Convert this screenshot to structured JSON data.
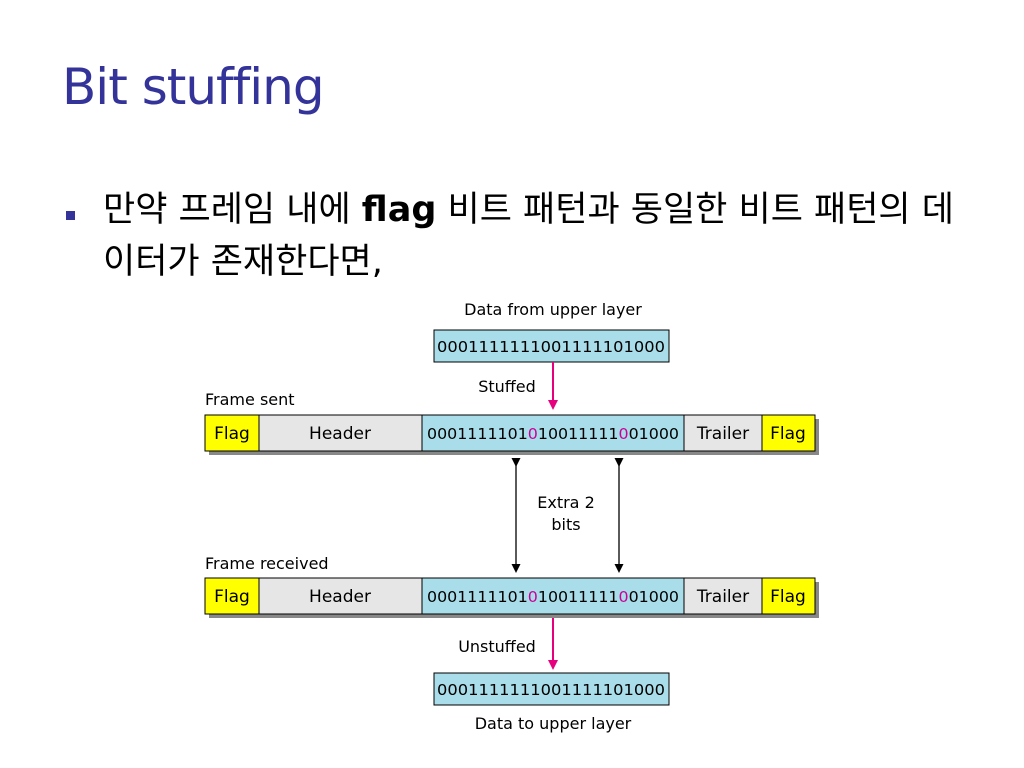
{
  "slide": {
    "title": "Bit stuffing",
    "bullet_prefix": "만약 프레임 내에 ",
    "bullet_bold": "flag",
    "bullet_suffix": " 비트 패턴과 동일한 비트 패턴의 데이터가 존재한다면,"
  },
  "diagram": {
    "upper_label": "Data from upper layer",
    "upper_bits": "0001111111001111101000",
    "stuffed_label": "Stuffed",
    "frame_sent_label": "Frame sent",
    "frame_received_label": "Frame received",
    "flag_label": "Flag",
    "header_label": "Header",
    "trailer_label": "Trailer",
    "frame_bits": {
      "part1": "0001111101",
      "stuffed_bit_1": "0",
      "part2": "10011111",
      "stuffed_bit_2": "0",
      "part3": "01000"
    },
    "extra_label_line1": "Extra 2",
    "extra_label_line2": "bits",
    "unstuffed_label": "Unstuffed",
    "lower_bits": "0001111111001111101000",
    "lower_label": "Data to upper layer",
    "colors": {
      "title": "#333399",
      "flag_fill": "#ffff00",
      "data_fill": "#a9dde9",
      "header_fill": "#e6e6e6",
      "arrow_magenta": "#e6007e",
      "extra_bit": "#cc0099"
    }
  }
}
